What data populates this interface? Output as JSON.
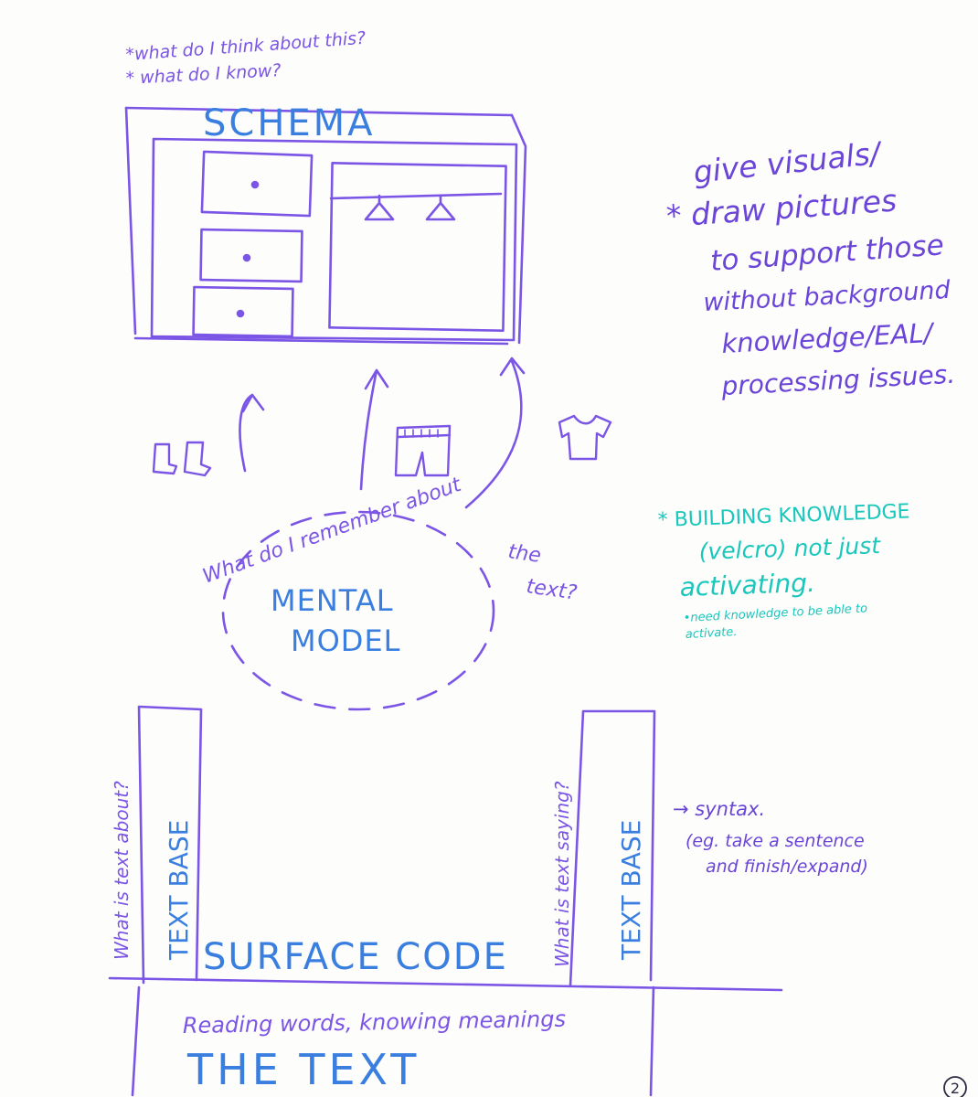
{
  "colors": {
    "ink": "#7b55e6",
    "ink_dark": "#6a45d8",
    "teal": "#19c7bd",
    "blue": "#3a7fe0",
    "paper": "#fdfdfb"
  },
  "schema": {
    "questions": [
      "*what do I think about this?",
      "* what do I know?"
    ],
    "title": "SCHEMA"
  },
  "visuals_note": {
    "lines": [
      "give visuals/",
      "* draw pictures",
      "to support those",
      "without background",
      "knowledge/EAL/",
      "processing issues."
    ]
  },
  "mental_model": {
    "question_left": "What do I remember about",
    "question_right_1": "the",
    "question_right_2": "text?",
    "title_line1": "MENTAL",
    "title_line2": "MODEL"
  },
  "building_knowledge": {
    "lines": [
      "* BUILDING KNOWLEDGE",
      "(velcro) not just",
      "activating."
    ],
    "note_lines": [
      "•need knowledge to be able to",
      "activate."
    ]
  },
  "text_base": {
    "left_question": "What is text about?",
    "left_label": "TEXT BASE",
    "right_question": "What is text saying?",
    "right_label": "TEXT BASE"
  },
  "syntax": {
    "lines": [
      "→ syntax.",
      "(eg. take a sentence",
      "and finish/expand)"
    ]
  },
  "surface_code": {
    "label": "SURFACE CODE"
  },
  "the_text": {
    "subtitle": "Reading words, knowing meanings",
    "title": "THE TEXT"
  },
  "page_number": "2"
}
